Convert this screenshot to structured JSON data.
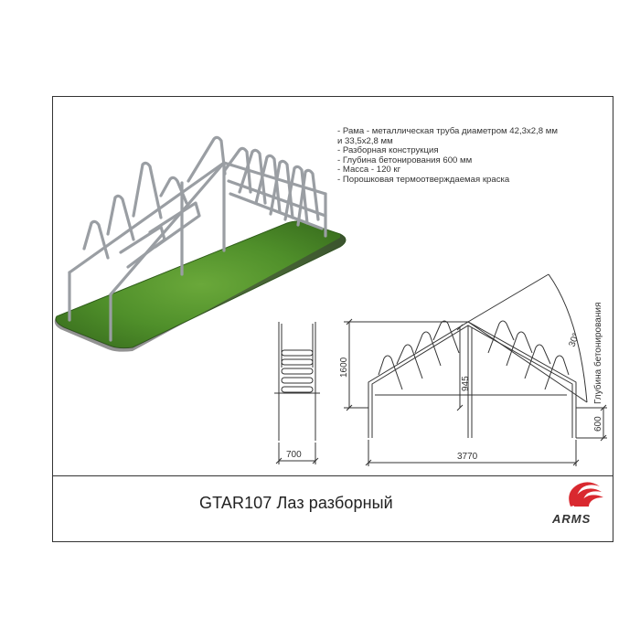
{
  "specs": [
    "- Рама - металлическая труба диаметром 42,3x2,8 мм",
    "и 33,5x2,8 мм",
    "- Разборная конструкция",
    "- Глубина бетонирования 600 мм",
    "- Масса - 120 кг",
    "- Порошковая термоотверждаемая краска"
  ],
  "title": "GTAR107 Лаз разборный",
  "dimensions": {
    "side_width": "700",
    "height": "1600",
    "length": "3770",
    "center_height": "945",
    "depth": "600",
    "angle": "30°",
    "depth_label": "Глубина бетонирования"
  },
  "logo": {
    "text": "ARMS",
    "color": "#d9282f"
  },
  "colors": {
    "frame": "#9a9ea3",
    "grass": "#4f8f2a",
    "grass_edge": "#2f5d1a",
    "line": "#333333"
  }
}
